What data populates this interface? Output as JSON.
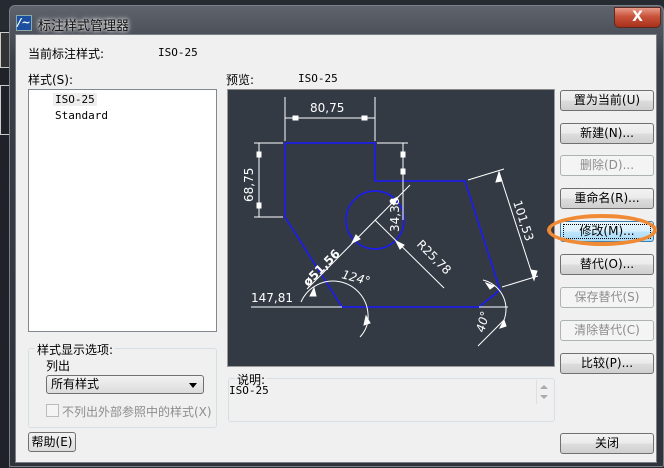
{
  "window": {
    "title": "标注样式管理器",
    "close_label": "X"
  },
  "current_style": {
    "label": "当前标注样式:",
    "value": "ISO-25"
  },
  "styles_list": {
    "label": "样式(S):",
    "items": [
      {
        "name": "ISO-25",
        "selected": true
      },
      {
        "name": "Standard",
        "selected": false
      }
    ]
  },
  "preview": {
    "label": "预览:",
    "style_name": "ISO-25",
    "background_color": "#333a44",
    "geometry_color": "#0000ff",
    "dimension_color": "#ffffff",
    "dimensions": {
      "horizontal_top": "80,75",
      "vertical_left": "68,75",
      "vertical_step": "34,38",
      "aligned_right": "101,53",
      "diameter": "ø51,56",
      "radius": "R25,78",
      "angle_left": "124°",
      "angle_right": "40°",
      "ordinate_left": "147,81"
    }
  },
  "display_options": {
    "group_label": "样式显示选项:",
    "list_label": "列出",
    "list_selected": "所有样式",
    "exclude_xref_label": "不列出外部参照中的样式(X)",
    "exclude_xref_checked": false,
    "exclude_xref_enabled": false
  },
  "description": {
    "label": "说明:",
    "text": "ISO-25"
  },
  "buttons": {
    "set_current": "置为当前(U)",
    "new": "新建(N)...",
    "delete": "删除(D)...",
    "rename": "重命名(R)...",
    "modify": "修改(M)...",
    "override": "替代(O)...",
    "save_override": "保存替代(S)",
    "clear_override": "清除替代(C)",
    "compare": "比较(P)...",
    "close": "关闭",
    "help": "帮助(E)"
  },
  "annotation": {
    "highlight_target": "modify",
    "highlight_color": "#f08a34"
  }
}
